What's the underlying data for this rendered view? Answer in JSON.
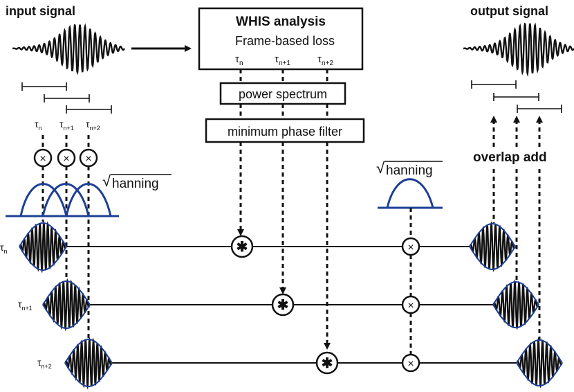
{
  "labels": {
    "input_title": "input signal",
    "output_title": "output signal",
    "whis_title": "WHIS analysis",
    "whis_subtitle": "Frame-based loss",
    "power_spectrum": "power spectrum",
    "min_phase_filter": "minimum phase filter",
    "overlap_add": "overlap add",
    "hanning_left": "hanning",
    "hanning_right": "hanning",
    "sqrt_symbol": "√",
    "tau": "τ",
    "n": "n",
    "n_plus_1": "n+1",
    "n_plus_2": "n+2",
    "times_symbol": "×",
    "conv_symbol": "✱"
  },
  "colors": {
    "ink": "#111111",
    "window_blue": "#1d3f95"
  }
}
